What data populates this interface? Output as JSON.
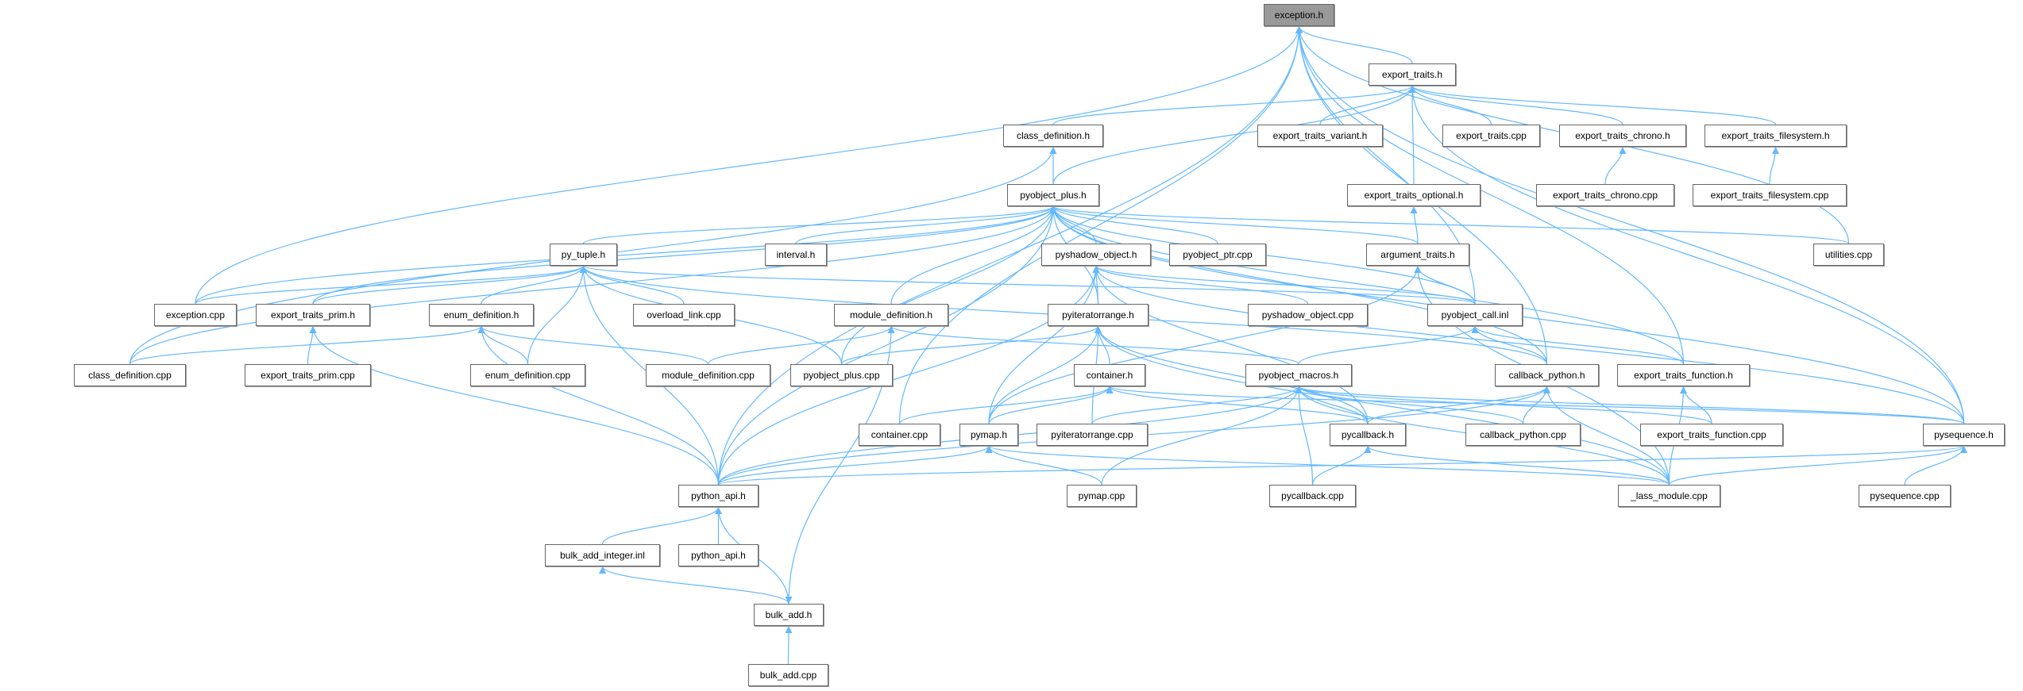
{
  "diagram": {
    "title": "exception.h include dependency graph",
    "edge_color": "#63b8ff",
    "selected_fill": "#999999",
    "nodes": [
      {
        "label": "exception.h",
        "selected": true
      },
      {
        "label": "export_traits.h"
      },
      {
        "label": "class_definition.h"
      },
      {
        "label": "export_traits_variant.h"
      },
      {
        "label": "export_traits.cpp"
      },
      {
        "label": "export_traits_chrono.h"
      },
      {
        "label": "export_traits_filesystem.h"
      },
      {
        "label": "pyobject_plus.h"
      },
      {
        "label": "export_traits_optional.h"
      },
      {
        "label": "export_traits_chrono.cpp"
      },
      {
        "label": "export_traits_filesystem.cpp"
      },
      {
        "label": "py_tuple.h"
      },
      {
        "label": "interval.h"
      },
      {
        "label": "pyshadow_object.h"
      },
      {
        "label": "pyobject_ptr.cpp"
      },
      {
        "label": "argument_traits.h"
      },
      {
        "label": "utilities.cpp"
      },
      {
        "label": "exception.cpp"
      },
      {
        "label": "export_traits_prim.h"
      },
      {
        "label": "enum_definition.h"
      },
      {
        "label": "overload_link.cpp"
      },
      {
        "label": "module_definition.h"
      },
      {
        "label": "pyiteratorrange.h"
      },
      {
        "label": "pyshadow_object.cpp"
      },
      {
        "label": "pyobject_call.inl"
      },
      {
        "label": "class_definition.cpp"
      },
      {
        "label": "export_traits_prim.cpp"
      },
      {
        "label": "enum_definition.cpp"
      },
      {
        "label": "module_definition.cpp"
      },
      {
        "label": "pyobject_plus.cpp"
      },
      {
        "label": "container.h"
      },
      {
        "label": "pyobject_macros.h"
      },
      {
        "label": "callback_python.h"
      },
      {
        "label": "export_traits_function.h"
      },
      {
        "label": "container.cpp"
      },
      {
        "label": "pymap.h"
      },
      {
        "label": "pyiteratorrange.cpp"
      },
      {
        "label": "pycallback.h"
      },
      {
        "label": "callback_python.cpp"
      },
      {
        "label": "export_traits_function.cpp"
      },
      {
        "label": "pysequence.h"
      },
      {
        "label": "python_api.h"
      },
      {
        "label": "pymap.cpp"
      },
      {
        "label": "pycallback.cpp"
      },
      {
        "label": "_lass_module.cpp"
      },
      {
        "label": "pysequence.cpp"
      },
      {
        "label": "bulk_add_integer.inl"
      },
      {
        "label": "python_api.h"
      },
      {
        "label": "bulk_add.h"
      },
      {
        "label": "bulk_add.cpp"
      }
    ],
    "edges": [
      [
        1,
        0
      ],
      [
        17,
        0
      ],
      [
        41,
        0
      ],
      [
        34,
        0
      ],
      [
        24,
        0
      ],
      [
        16,
        0
      ],
      [
        32,
        0
      ],
      [
        40,
        0
      ],
      [
        33,
        0
      ],
      [
        2,
        1
      ],
      [
        3,
        1
      ],
      [
        4,
        1
      ],
      [
        5,
        1
      ],
      [
        6,
        1
      ],
      [
        8,
        1
      ],
      [
        7,
        1
      ],
      [
        40,
        1
      ],
      [
        7,
        2
      ],
      [
        25,
        2
      ],
      [
        9,
        5
      ],
      [
        10,
        6
      ],
      [
        15,
        8
      ],
      [
        11,
        7
      ],
      [
        12,
        7
      ],
      [
        13,
        7
      ],
      [
        14,
        7
      ],
      [
        15,
        7
      ],
      [
        16,
        7
      ],
      [
        17,
        7
      ],
      [
        18,
        7
      ],
      [
        25,
        7
      ],
      [
        41,
        7
      ],
      [
        21,
        7
      ],
      [
        22,
        7
      ],
      [
        29,
        7
      ],
      [
        24,
        7
      ],
      [
        32,
        7
      ],
      [
        33,
        7
      ],
      [
        40,
        7
      ],
      [
        17,
        11
      ],
      [
        18,
        11
      ],
      [
        19,
        11
      ],
      [
        20,
        11
      ],
      [
        27,
        11
      ],
      [
        41,
        11
      ],
      [
        29,
        11
      ],
      [
        24,
        11
      ],
      [
        32,
        11
      ],
      [
        22,
        13
      ],
      [
        23,
        13
      ],
      [
        24,
        13
      ],
      [
        35,
        13
      ],
      [
        41,
        13
      ],
      [
        37,
        13
      ],
      [
        40,
        13
      ],
      [
        24,
        15
      ],
      [
        35,
        15
      ],
      [
        44,
        15
      ],
      [
        32,
        24
      ],
      [
        33,
        24
      ],
      [
        31,
        24
      ],
      [
        26,
        18
      ],
      [
        41,
        18
      ],
      [
        25,
        19
      ],
      [
        27,
        19
      ],
      [
        41,
        19
      ],
      [
        28,
        19
      ],
      [
        28,
        21
      ],
      [
        31,
        21
      ],
      [
        48,
        21
      ],
      [
        29,
        22
      ],
      [
        30,
        22
      ],
      [
        35,
        22
      ],
      [
        36,
        22
      ],
      [
        37,
        22
      ],
      [
        44,
        22
      ],
      [
        34,
        30
      ],
      [
        35,
        30
      ],
      [
        37,
        30
      ],
      [
        40,
        30
      ],
      [
        36,
        31
      ],
      [
        42,
        31
      ],
      [
        41,
        31
      ],
      [
        43,
        31
      ],
      [
        37,
        31
      ],
      [
        38,
        31
      ],
      [
        39,
        31
      ],
      [
        44,
        31
      ],
      [
        40,
        31
      ],
      [
        37,
        32
      ],
      [
        38,
        32
      ],
      [
        44,
        32
      ],
      [
        41,
        32
      ],
      [
        39,
        33
      ],
      [
        44,
        33
      ],
      [
        41,
        35
      ],
      [
        42,
        35
      ],
      [
        44,
        35
      ],
      [
        43,
        37
      ],
      [
        44,
        37
      ],
      [
        41,
        40
      ],
      [
        44,
        40
      ],
      [
        45,
        40
      ],
      [
        46,
        41
      ],
      [
        47,
        41
      ],
      [
        41,
        48
      ],
      [
        48,
        46
      ],
      [
        49,
        48
      ]
    ]
  }
}
